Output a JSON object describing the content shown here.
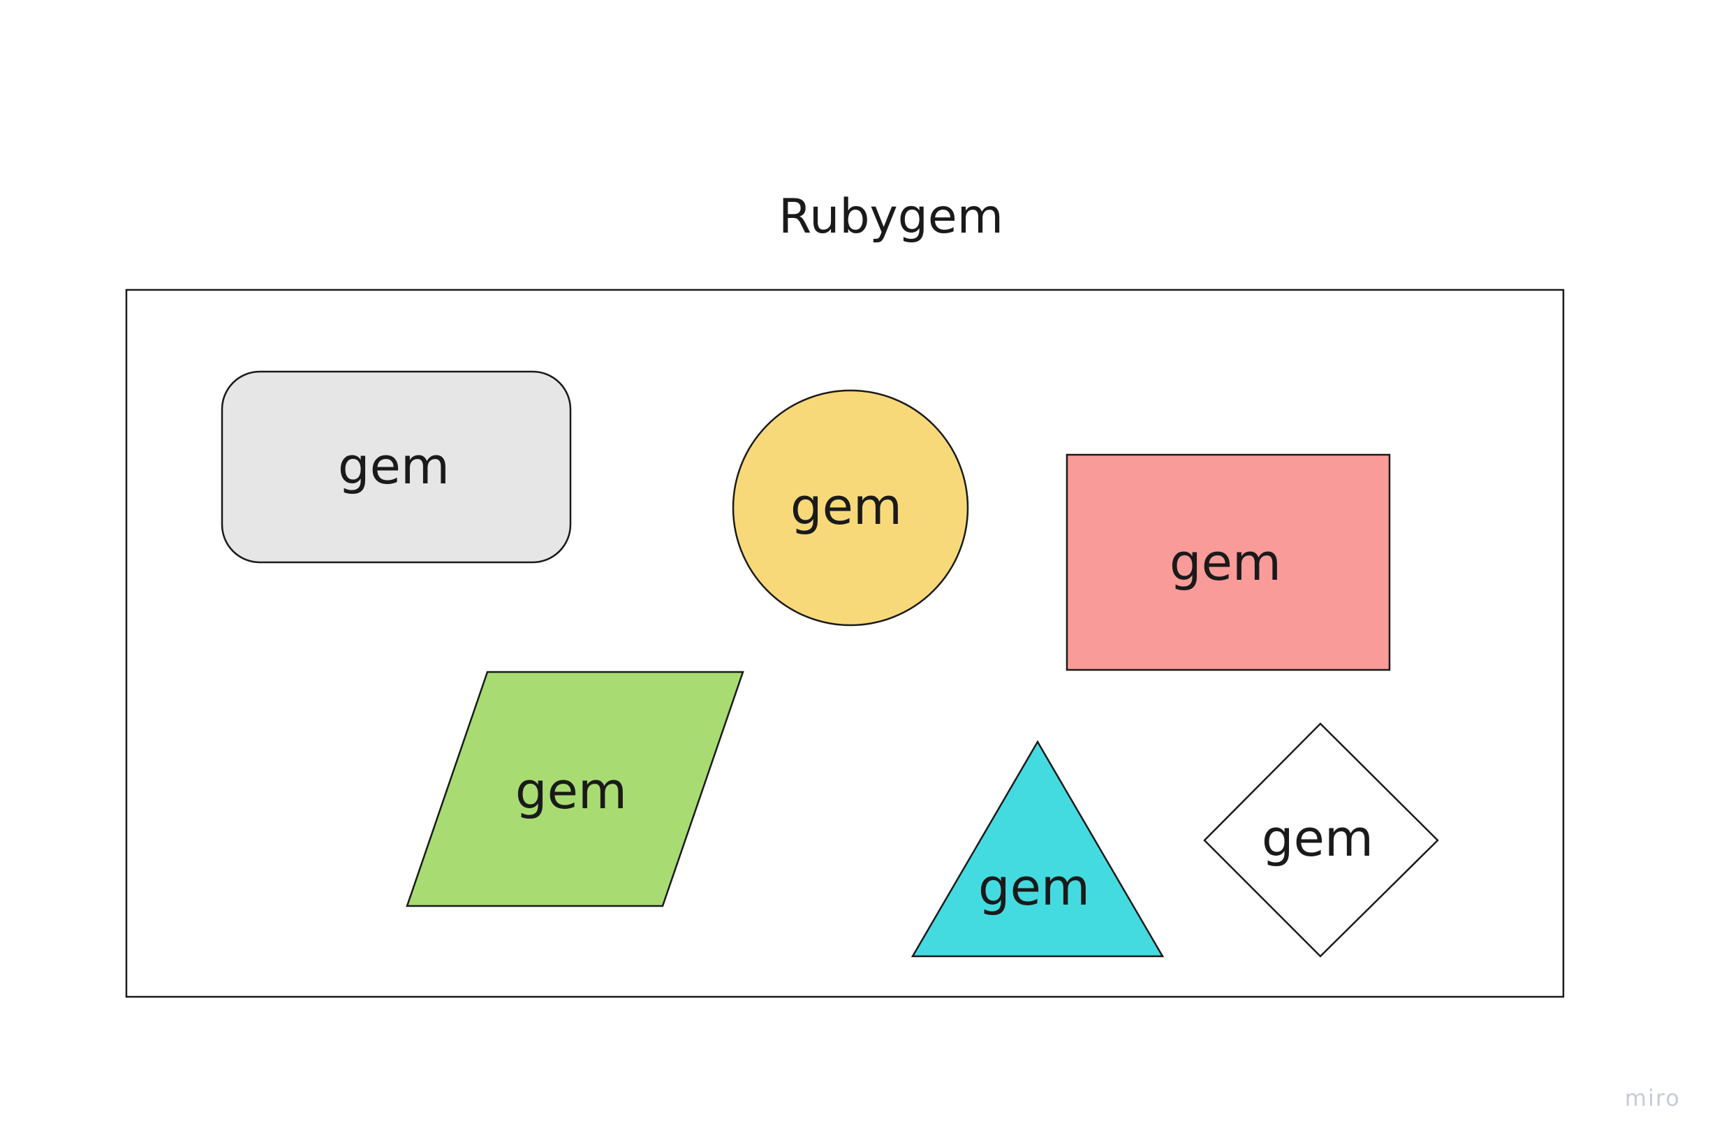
{
  "diagram": {
    "title": "Rubygem",
    "container": {
      "stroke": "#1a1a1a",
      "fill": "#ffffff"
    },
    "shapes": [
      {
        "id": "rounded-rect",
        "kind": "rounded-rectangle",
        "label": "gem",
        "fill": "#e6e6e6"
      },
      {
        "id": "circle",
        "kind": "circle",
        "label": "gem",
        "fill": "#f8d97a"
      },
      {
        "id": "rectangle",
        "kind": "rectangle",
        "label": "gem",
        "fill": "#f99b98"
      },
      {
        "id": "parallelogram",
        "kind": "parallelogram",
        "label": "gem",
        "fill": "#a8dc72"
      },
      {
        "id": "triangle",
        "kind": "triangle",
        "label": "gem",
        "fill": "#44dbe0"
      },
      {
        "id": "diamond",
        "kind": "diamond",
        "label": "gem",
        "fill": "#ffffff"
      }
    ]
  },
  "watermark": {
    "text": "miro"
  }
}
